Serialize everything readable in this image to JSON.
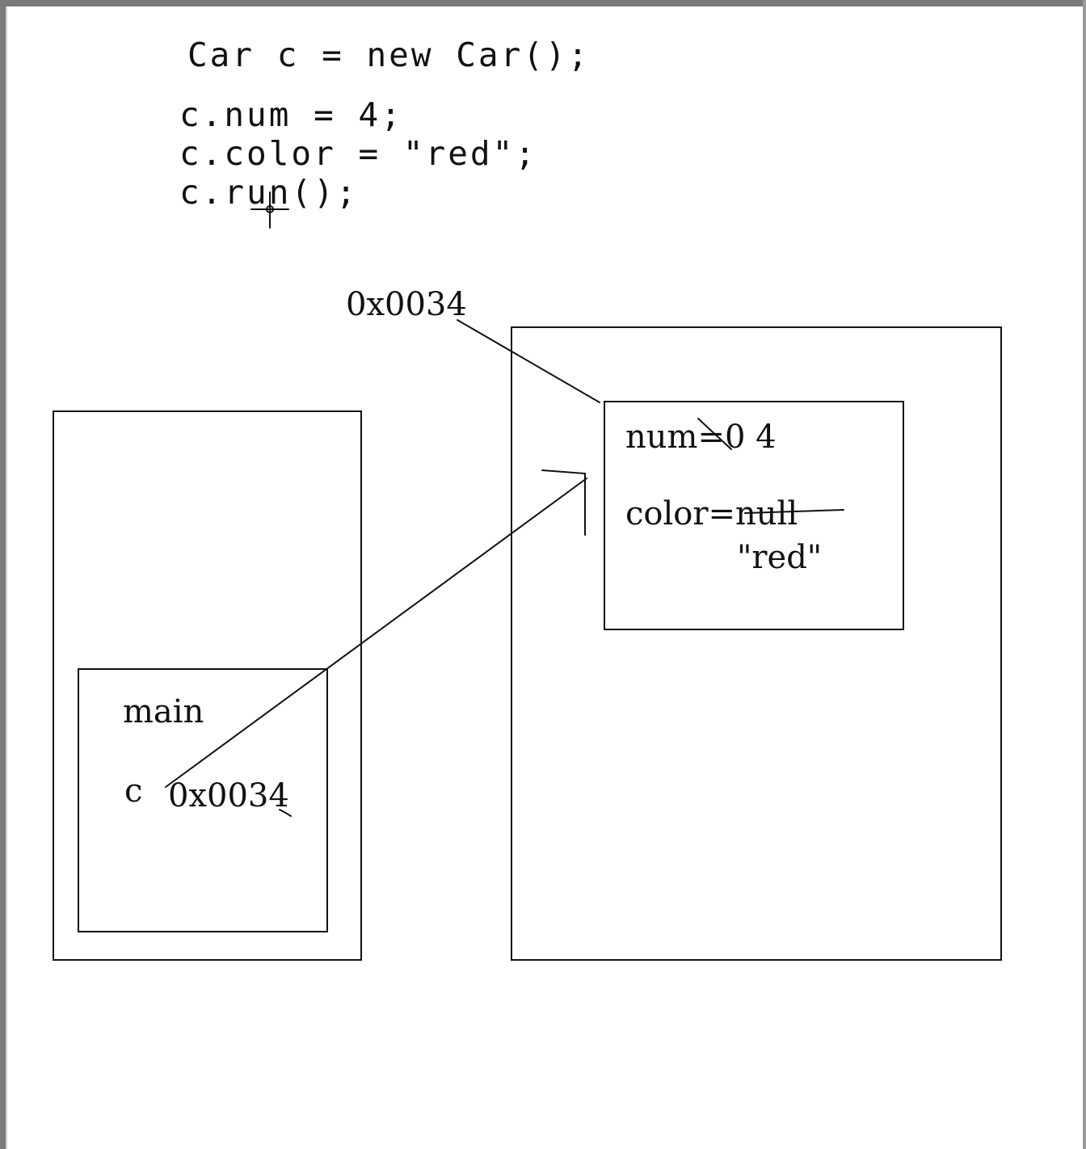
{
  "code": {
    "line1": "Car c = new Car();",
    "line2": "c.num = 4;",
    "line3": "c.color = \"red\";",
    "line4": "c.run();"
  },
  "heap": {
    "address_label": "0x0034",
    "object": {
      "num_text": "num=0 4",
      "color_text": "color=null",
      "red_text": "\"red\""
    }
  },
  "stack": {
    "frame_label": "main",
    "var_name": "c",
    "var_value": "0x0034"
  }
}
